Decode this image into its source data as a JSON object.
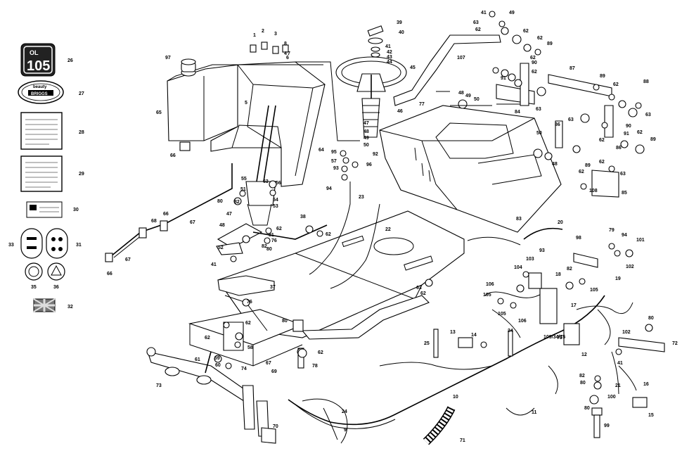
{
  "diagram": {
    "callouts": [
      {
        "id": "c1",
        "label": "1"
      },
      {
        "id": "c2",
        "label": "2"
      },
      {
        "id": "c3",
        "label": "3"
      },
      {
        "id": "c4",
        "label": "4"
      },
      {
        "id": "c5",
        "label": "5"
      },
      {
        "id": "c6",
        "label": "6"
      },
      {
        "id": "c7",
        "label": "7"
      },
      {
        "id": "c8",
        "label": "8"
      },
      {
        "id": "c9",
        "label": "9"
      },
      {
        "id": "c10",
        "label": "10"
      },
      {
        "id": "c11",
        "label": "11"
      },
      {
        "id": "c12",
        "label": "12"
      },
      {
        "id": "c13",
        "label": "13"
      },
      {
        "id": "c14",
        "label": "14"
      },
      {
        "id": "c15",
        "label": "15"
      },
      {
        "id": "c16",
        "label": "16"
      },
      {
        "id": "c17",
        "label": "17"
      },
      {
        "id": "c18",
        "label": "18"
      },
      {
        "id": "c19",
        "label": "19"
      },
      {
        "id": "c20",
        "label": "20"
      },
      {
        "id": "c21",
        "label": "21"
      },
      {
        "id": "c22",
        "label": "22"
      },
      {
        "id": "c23",
        "label": "23"
      },
      {
        "id": "c24a",
        "label": "24"
      },
      {
        "id": "c24b",
        "label": "24"
      },
      {
        "id": "c25",
        "label": "25"
      },
      {
        "id": "c26",
        "label": "26"
      },
      {
        "id": "c27",
        "label": "27"
      },
      {
        "id": "c28",
        "label": "28"
      },
      {
        "id": "c29",
        "label": "29"
      },
      {
        "id": "c30",
        "label": "30"
      },
      {
        "id": "c31",
        "label": "31"
      },
      {
        "id": "c32",
        "label": "32"
      },
      {
        "id": "c33",
        "label": "33"
      },
      {
        "id": "c35",
        "label": "35"
      },
      {
        "id": "c36",
        "label": "36"
      },
      {
        "id": "c37",
        "label": "37"
      },
      {
        "id": "c38",
        "label": "38"
      },
      {
        "id": "c39",
        "label": "39"
      },
      {
        "id": "c40",
        "label": "40"
      },
      {
        "id": "c41a",
        "label": "41"
      },
      {
        "id": "c41b",
        "label": "41"
      },
      {
        "id": "c41c",
        "label": "41"
      },
      {
        "id": "c41d",
        "label": "41"
      },
      {
        "id": "c42",
        "label": "42"
      },
      {
        "id": "c43",
        "label": "43"
      },
      {
        "id": "c44",
        "label": "44"
      },
      {
        "id": "c45",
        "label": "45"
      },
      {
        "id": "c46",
        "label": "46"
      },
      {
        "id": "c47a",
        "label": "47"
      },
      {
        "id": "c47b",
        "label": "47"
      },
      {
        "id": "c48a",
        "label": "48"
      },
      {
        "id": "c48b",
        "label": "48"
      },
      {
        "id": "c48c",
        "label": "48"
      },
      {
        "id": "c48d",
        "label": "48"
      },
      {
        "id": "c49a",
        "label": "49"
      },
      {
        "id": "c49b",
        "label": "49"
      },
      {
        "id": "c49c",
        "label": "49"
      },
      {
        "id": "c50a",
        "label": "50"
      },
      {
        "id": "c50b",
        "label": "50"
      },
      {
        "id": "c50c",
        "label": "50"
      },
      {
        "id": "c51",
        "label": "51"
      },
      {
        "id": "c52",
        "label": "52"
      },
      {
        "id": "c53",
        "label": "53"
      },
      {
        "id": "c54",
        "label": "54"
      },
      {
        "id": "c55",
        "label": "55"
      },
      {
        "id": "c56",
        "label": "56"
      },
      {
        "id": "c57",
        "label": "57"
      },
      {
        "id": "c58",
        "label": "58"
      },
      {
        "id": "c59",
        "label": "59"
      },
      {
        "id": "c60",
        "label": "60"
      },
      {
        "id": "c61",
        "label": "61"
      },
      {
        "id": "c62a",
        "label": "62"
      },
      {
        "id": "c62b",
        "label": "62"
      },
      {
        "id": "c62c",
        "label": "62"
      },
      {
        "id": "c62d",
        "label": "62"
      },
      {
        "id": "c62e",
        "label": "62"
      },
      {
        "id": "c62f",
        "label": "62"
      },
      {
        "id": "c62g",
        "label": "62"
      },
      {
        "id": "c62h",
        "label": "62"
      },
      {
        "id": "c62i",
        "label": "62"
      },
      {
        "id": "c62j",
        "label": "62"
      },
      {
        "id": "c62k",
        "label": "62"
      },
      {
        "id": "c62l",
        "label": "62"
      },
      {
        "id": "c62m",
        "label": "62"
      },
      {
        "id": "c62n",
        "label": "62"
      },
      {
        "id": "c62o",
        "label": "62"
      },
      {
        "id": "c62p",
        "label": "62"
      },
      {
        "id": "c63a",
        "label": "63"
      },
      {
        "id": "c63b",
        "label": "63"
      },
      {
        "id": "c63c",
        "label": "63"
      },
      {
        "id": "c63d",
        "label": "63"
      },
      {
        "id": "c63e",
        "label": "63"
      },
      {
        "id": "c63f",
        "label": "63"
      },
      {
        "id": "c63g",
        "label": "63"
      },
      {
        "id": "c64",
        "label": "64"
      },
      {
        "id": "c65",
        "label": "65"
      },
      {
        "id": "c66a",
        "label": "66"
      },
      {
        "id": "c66b",
        "label": "66"
      },
      {
        "id": "c66c",
        "label": "66"
      },
      {
        "id": "c67a",
        "label": "67"
      },
      {
        "id": "c67b",
        "label": "67"
      },
      {
        "id": "c67c",
        "label": "67"
      },
      {
        "id": "c68",
        "label": "68"
      },
      {
        "id": "c69",
        "label": "69"
      },
      {
        "id": "c70",
        "label": "70"
      },
      {
        "id": "c71",
        "label": "71"
      },
      {
        "id": "c72",
        "label": "72"
      },
      {
        "id": "c73",
        "label": "73"
      },
      {
        "id": "c74",
        "label": "74"
      },
      {
        "id": "c75",
        "label": "75"
      },
      {
        "id": "c76a",
        "label": "76"
      },
      {
        "id": "c76b",
        "label": "76"
      },
      {
        "id": "c77",
        "label": "77"
      },
      {
        "id": "c78",
        "label": "78"
      },
      {
        "id": "c79",
        "label": "79"
      },
      {
        "id": "c80a",
        "label": "80"
      },
      {
        "id": "c80b",
        "label": "80"
      },
      {
        "id": "c80c",
        "label": "80"
      },
      {
        "id": "c80d",
        "label": "80"
      },
      {
        "id": "c80e",
        "label": "80"
      },
      {
        "id": "c80f",
        "label": "80"
      },
      {
        "id": "c81",
        "label": "81"
      },
      {
        "id": "c82a",
        "label": "82"
      },
      {
        "id": "c82b",
        "label": "82"
      },
      {
        "id": "c82c",
        "label": "82"
      },
      {
        "id": "c82d",
        "label": "82"
      },
      {
        "id": "c83",
        "label": "83"
      },
      {
        "id": "c84",
        "label": "84"
      },
      {
        "id": "c85",
        "label": "85"
      },
      {
        "id": "c86a",
        "label": "86"
      },
      {
        "id": "c86b",
        "label": "86"
      },
      {
        "id": "c87",
        "label": "87"
      },
      {
        "id": "c88",
        "label": "88"
      },
      {
        "id": "c89a",
        "label": "89"
      },
      {
        "id": "c89b",
        "label": "89"
      },
      {
        "id": "c89c",
        "label": "89"
      },
      {
        "id": "c89d",
        "label": "89"
      },
      {
        "id": "c90a",
        "label": "90"
      },
      {
        "id": "c90b",
        "label": "90"
      },
      {
        "id": "c91a",
        "label": "91"
      },
      {
        "id": "c91b",
        "label": "91"
      },
      {
        "id": "c92",
        "label": "92"
      },
      {
        "id": "c93a",
        "label": "93"
      },
      {
        "id": "c93b",
        "label": "93"
      },
      {
        "id": "c94a",
        "label": "94"
      },
      {
        "id": "c94b",
        "label": "94"
      },
      {
        "id": "c95",
        "label": "95"
      },
      {
        "id": "c96",
        "label": "96"
      },
      {
        "id": "c97",
        "label": "97"
      },
      {
        "id": "c98",
        "label": "98"
      },
      {
        "id": "c99",
        "label": "99"
      },
      {
        "id": "c100",
        "label": "100"
      },
      {
        "id": "c101",
        "label": "101"
      },
      {
        "id": "c102a",
        "label": "102"
      },
      {
        "id": "c102b",
        "label": "102"
      },
      {
        "id": "c103",
        "label": "103"
      },
      {
        "id": "c104",
        "label": "104"
      },
      {
        "id": "c105a",
        "label": "105"
      },
      {
        "id": "c105b",
        "label": "105"
      },
      {
        "id": "c105c",
        "label": "105"
      },
      {
        "id": "c106a",
        "label": "106"
      },
      {
        "id": "c106b",
        "label": "106"
      },
      {
        "id": "c107",
        "label": "107"
      },
      {
        "id": "c108",
        "label": "108"
      },
      {
        "id": "c109",
        "label": "109/34/75"
      }
    ],
    "decals": {
      "d26_text": "105",
      "d26_small": "OL",
      "d27_text": "BRIGGS",
      "d27_top": "beauty"
    }
  }
}
